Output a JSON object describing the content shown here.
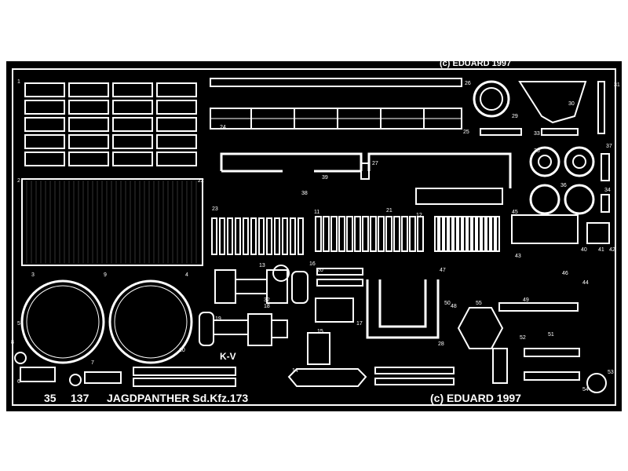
{
  "fret": {
    "set_number": "35",
    "set_code": "137",
    "title": "JAGDPANTHER Sd.Kfz.173",
    "copyright": "(c) EDUARD 1997",
    "top_copyright_faint": "(c) EDUARD 1997",
    "part_marking": "K-V"
  },
  "part_numbers": [
    "1",
    "2",
    "3",
    "4",
    "5",
    "6",
    "7",
    "8",
    "9",
    "10",
    "11",
    "12",
    "13",
    "14",
    "15",
    "16",
    "17",
    "18",
    "19",
    "20",
    "21",
    "22",
    "23",
    "24",
    "25",
    "26",
    "27",
    "28",
    "29",
    "30",
    "31",
    "32",
    "33",
    "34",
    "35",
    "36",
    "37",
    "38",
    "39",
    "40",
    "41",
    "42",
    "43",
    "44",
    "45",
    "46",
    "47",
    "48",
    "49",
    "50",
    "51",
    "52",
    "53",
    "54",
    "55"
  ],
  "colors": {
    "background": "#ffffff",
    "fret": "#000000",
    "etch": "#ffffff"
  }
}
